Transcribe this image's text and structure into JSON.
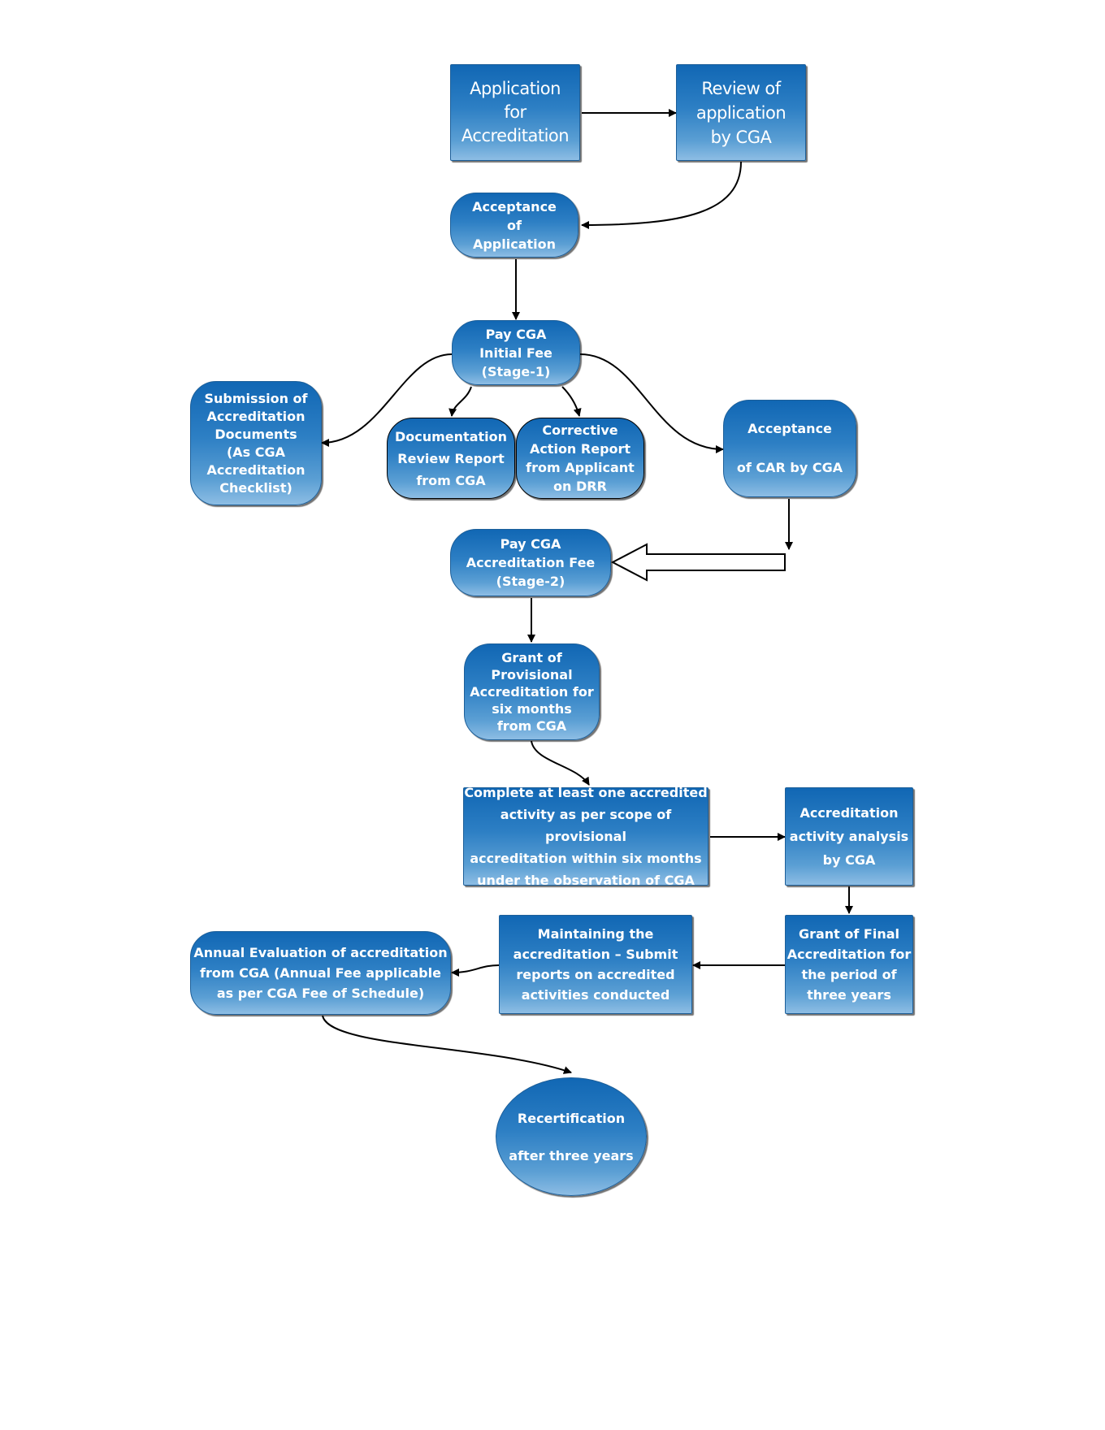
{
  "nodes": {
    "application": "Application\nfor\nAccreditation",
    "review": "Review of\napplication\nby CGA",
    "acceptance_app": "Acceptance\nof\nApplication",
    "pay_initial": "Pay CGA\nInitial Fee\n(Stage-1)",
    "submission": "Submission of\nAccreditation\nDocuments\n(As CGA\nAccreditation\nChecklist)",
    "doc_review": "Documentation\nReview Report\nfrom CGA",
    "corrective": "Corrective\nAction Report\nfrom Applicant\non DRR",
    "acceptance_car": "Acceptance\n\nof CAR by CGA",
    "pay_accr": "Pay CGA\nAccreditation Fee\n(Stage-2)",
    "grant_prov": "Grant of\nProvisional\nAccreditation for\nsix months\nfrom CGA",
    "complete": "Complete at least one accredited\nactivity as per scope of provisional\naccreditation within six months\nunder the observation of CGA",
    "analysis": "Accreditation\nactivity analysis\nby CGA",
    "grant_final": "Grant of Final\nAccreditation for\nthe period of\nthree years",
    "maintaining": "Maintaining the\naccreditation – Submit\nreports on accredited\nactivities conducted",
    "annual": "Annual Evaluation of accreditation\nfrom CGA (Annual Fee applicable\nas per CGA Fee of Schedule)",
    "recert": "Recertification\n\nafter three years"
  }
}
